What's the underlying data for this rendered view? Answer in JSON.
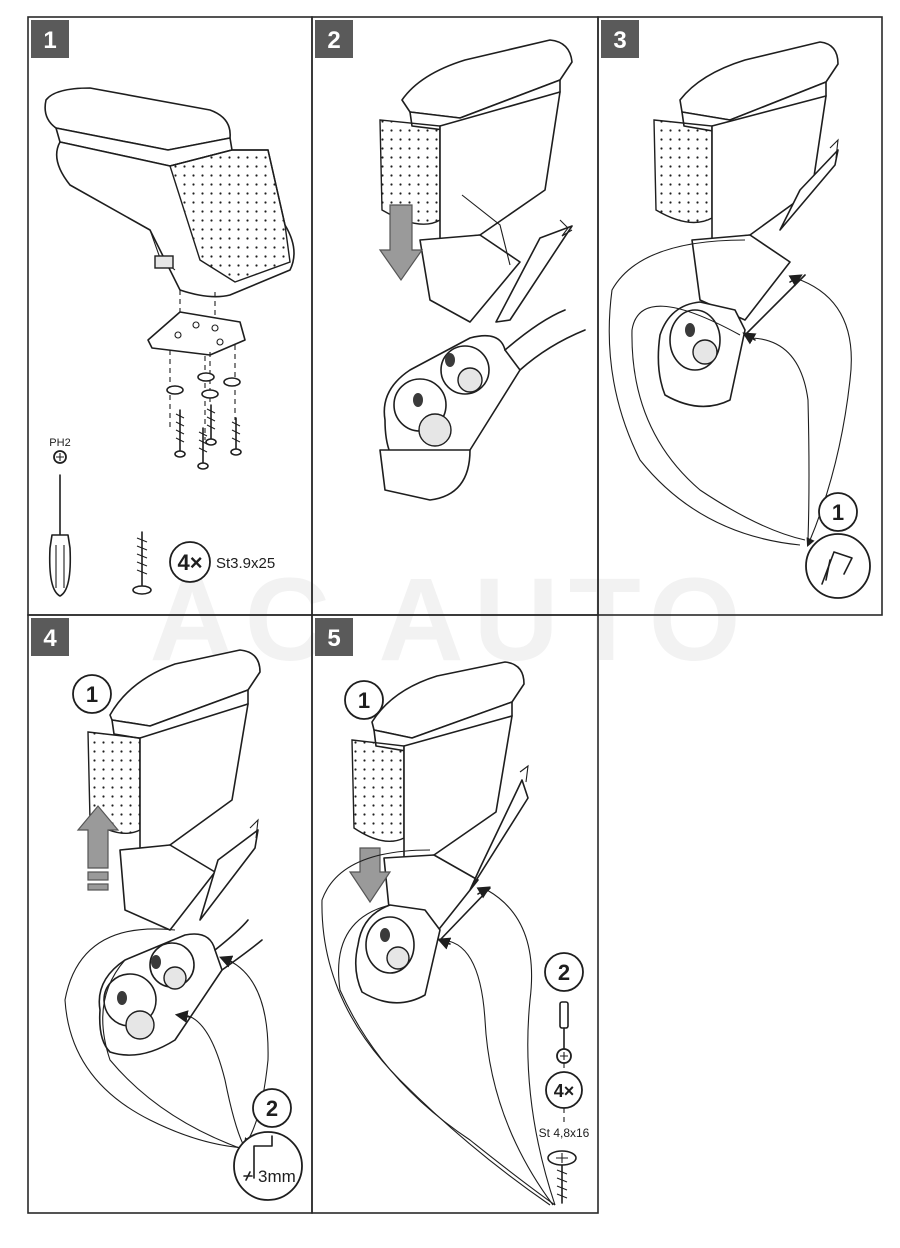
{
  "watermark": "AC AUTO",
  "steps": [
    {
      "number": "1"
    },
    {
      "number": "2"
    },
    {
      "number": "3"
    },
    {
      "number": "4"
    },
    {
      "number": "5"
    }
  ],
  "step1": {
    "tool_label": "PH2",
    "screw_count": "4×",
    "screw_spec": "St3.9x25"
  },
  "step3": {
    "callout": "1"
  },
  "step4": {
    "callout_1": "1",
    "callout_2": "2",
    "drill_spec": "3mm"
  },
  "step5": {
    "callout_1": "1",
    "callout_2": "2",
    "screw_count": "4×",
    "screw_spec": "St 4,8x16"
  },
  "colors": {
    "badge": "#5a5a5a",
    "line": "#1e1e1e",
    "arrow": "#9a9a9a"
  }
}
